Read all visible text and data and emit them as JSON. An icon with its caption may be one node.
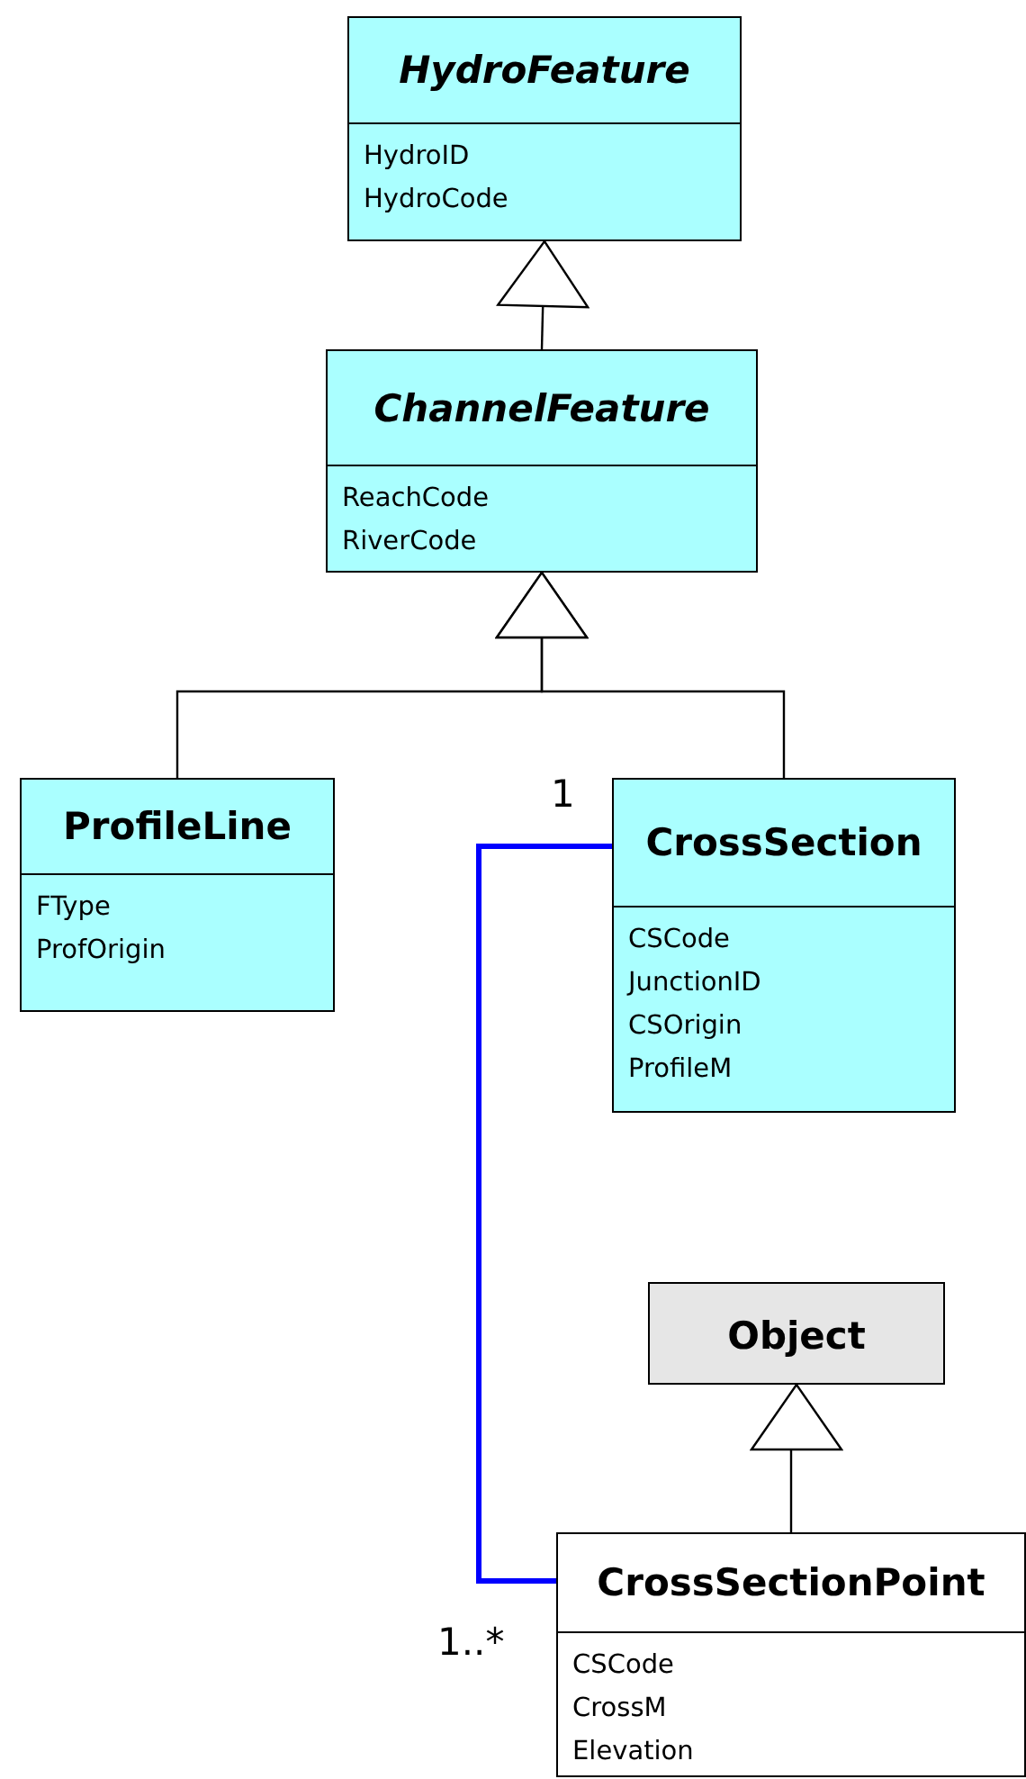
{
  "diagram": {
    "nodes": [
      {
        "text": [
          "HydroFeature",
          "HydroID",
          "HydroCode"
        ]
      },
      {
        "text": [
          "ChannelFeature",
          "ReachCode",
          "RiverCode"
        ]
      },
      {
        "text": [
          "ProfileLine",
          "FType",
          "ProfOrigin"
        ]
      },
      {
        "text": [
          "CrossSection",
          "CSCode",
          "JunctionID",
          "CSOrigin",
          "ProfileM"
        ]
      },
      {
        "text": [
          "Object"
        ]
      },
      {
        "text": [
          "CrossSectionPoint",
          "CSCode",
          "CrossM",
          "Elevation"
        ]
      }
    ],
    "edges": [
      {
        "from": 1,
        "to": 0,
        "arrow": "to"
      },
      {
        "from": 2,
        "to": 1,
        "arrow": "to"
      },
      {
        "from": 3,
        "to": 1,
        "arrow": "to"
      },
      {
        "from": 5,
        "to": 4,
        "arrow": "to"
      },
      {
        "from": 3,
        "to": 5,
        "arrow": "none",
        "style": "thick",
        "color": "#0000ff"
      }
    ],
    "labels": [
      "1",
      "1..*"
    ]
  }
}
